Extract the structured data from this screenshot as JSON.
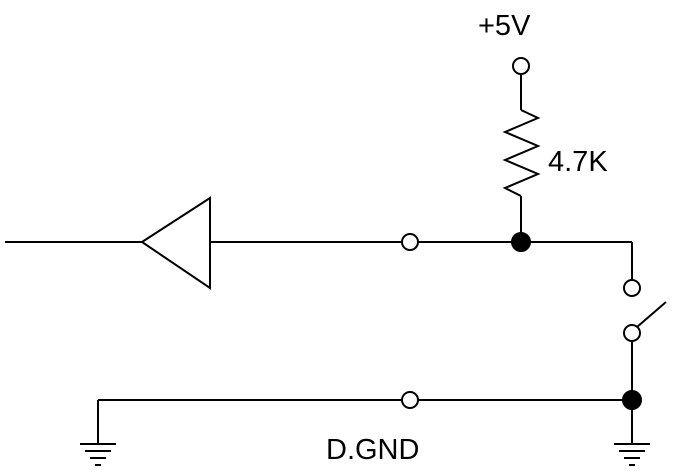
{
  "labels": {
    "supply": "+5V",
    "resistor": "4.7K",
    "ground": "D.GND"
  },
  "colors": {
    "line": "#000000",
    "background": "#ffffff"
  }
}
